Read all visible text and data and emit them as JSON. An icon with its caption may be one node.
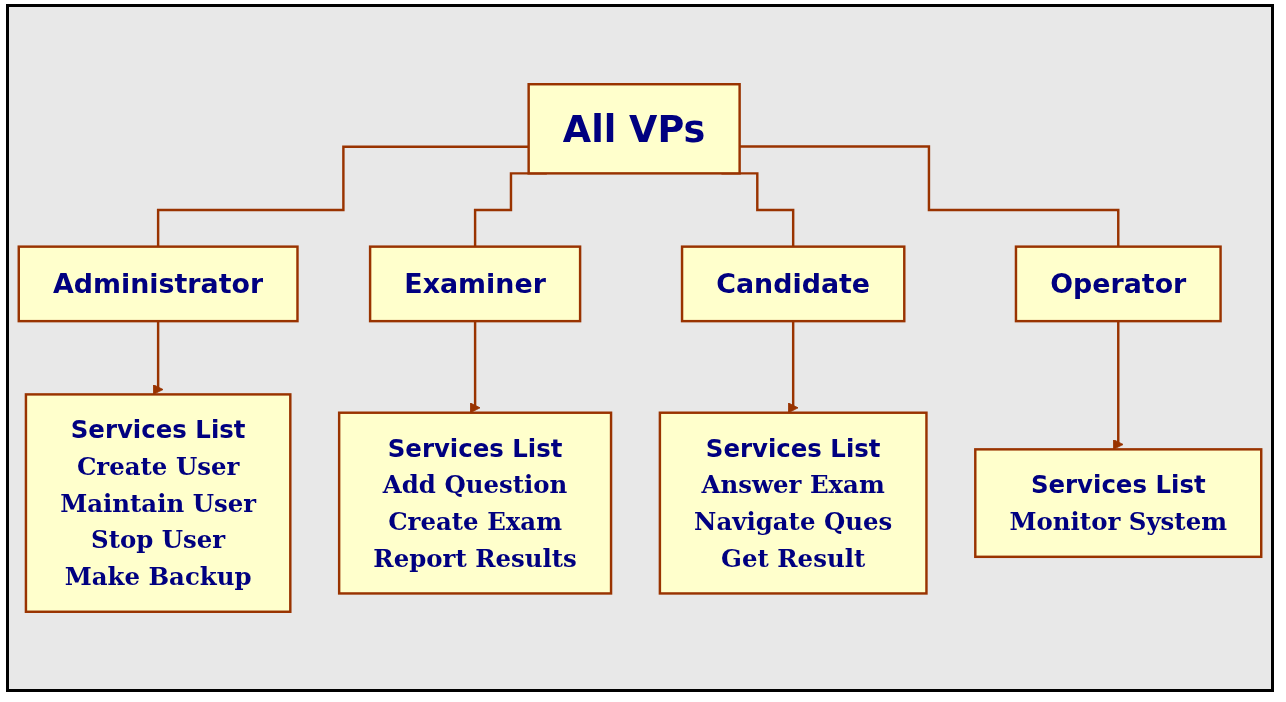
{
  "diagram": {
    "nodes": [
      {
        "text": [
          "All VPs"
        ]
      },
      {
        "text": [
          "Administrator"
        ]
      },
      {
        "text": [
          "Examiner"
        ]
      },
      {
        "text": [
          "Candidate"
        ]
      },
      {
        "text": [
          "Operator"
        ]
      },
      {
        "text": [
          "Services List",
          "Create User",
          "Maintain User",
          "Stop User",
          "Make Backup"
        ]
      },
      {
        "text": [
          "Services List",
          "Add Question",
          "Create Exam",
          "Report Results"
        ]
      },
      {
        "text": [
          "Services List",
          "Answer Exam",
          "Navigate Ques",
          "Get Result"
        ]
      },
      {
        "text": [
          "Services List",
          "Monitor System"
        ]
      }
    ],
    "edges": [
      {
        "from": 0,
        "to": 1,
        "arrow": "none"
      },
      {
        "from": 0,
        "to": 2,
        "arrow": "none"
      },
      {
        "from": 0,
        "to": 3,
        "arrow": "none"
      },
      {
        "from": 0,
        "to": 4,
        "arrow": "none"
      },
      {
        "from": 1,
        "to": 5,
        "arrow": "to"
      },
      {
        "from": 2,
        "to": 6,
        "arrow": "to"
      },
      {
        "from": 3,
        "to": 7,
        "arrow": "to"
      },
      {
        "from": 4,
        "to": 8,
        "arrow": "to"
      }
    ]
  }
}
